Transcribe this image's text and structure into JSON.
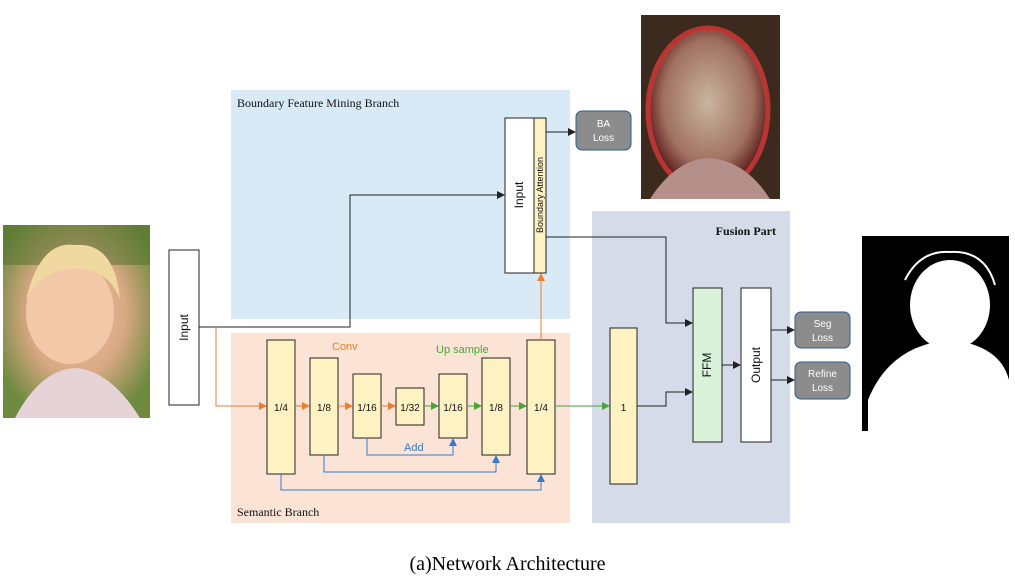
{
  "branches": {
    "boundary": "Boundary Feature Mining Branch",
    "semantic": "Semantic Branch",
    "fusion": "Fusion Part"
  },
  "input_label": "Input",
  "attention": {
    "input_label": "Input",
    "attention_label": "Boundary Attention"
  },
  "semantic_blocks": [
    "1/4",
    "1/8",
    "1/16",
    "1/32",
    "1/16",
    "1/8",
    "1/4"
  ],
  "annotations": {
    "conv": "Conv",
    "upsample": "Up sample",
    "add": "Add"
  },
  "fusion_blocks": {
    "one": "1",
    "ffm": "FFM",
    "output": "Output"
  },
  "losses": {
    "ba": [
      "BA",
      "Loss"
    ],
    "seg": [
      "Seg",
      "Loss"
    ],
    "refine": [
      "Refine",
      "Loss"
    ]
  },
  "colors": {
    "boundary_bg": "#d9eaf7",
    "semantic_bg": "#fbe3d6",
    "fusion_bg": "#d5dbe8",
    "block_yellow": "#fef2c3",
    "ffm_green": "#d9f2d9",
    "loss_gray": "#8c8c8c",
    "conv_orange": "#ee7d2d",
    "upsample_green": "#46a832",
    "add_blue": "#3a78c9"
  },
  "caption": "(a)Network Architecture"
}
